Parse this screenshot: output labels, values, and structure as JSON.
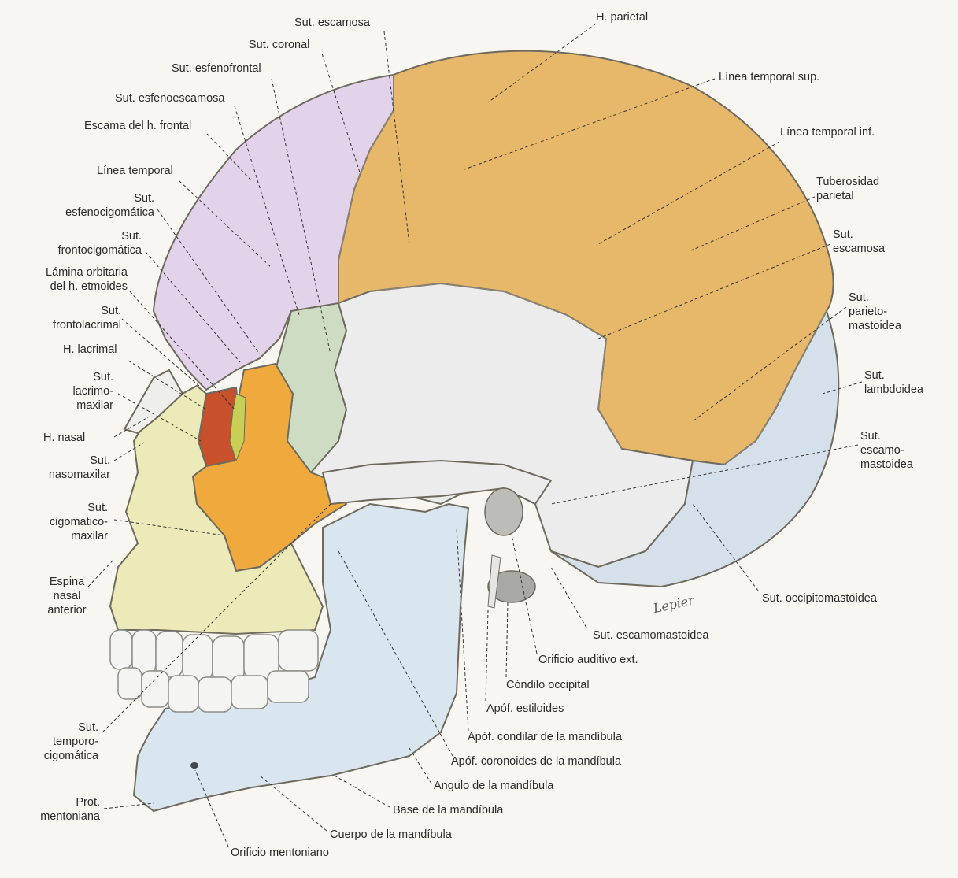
{
  "colors": {
    "background": "#f7f6f1",
    "parietal": "#e8b86a",
    "frontal": "#e2d3ea",
    "sphenoid": "#cfdcc4",
    "zygomatic": "#f0a93c",
    "maxilla": "#eceab8",
    "temporal": "#ececec",
    "occipital": "#d6e0ea",
    "mandible": "#d9e5ef",
    "lacrimal_orbit": "#c8502a",
    "ethmoid": "#c7cf55"
  },
  "labels": {
    "sut_escamosa_top": "Sut. escamosa",
    "sut_coronal": "Sut. coronal",
    "sut_esfenofrontal": "Sut. esfenofrontal",
    "sut_esfenoescamosa": "Sut. esfenoescamosa",
    "escama_frontal": "Escama del h. frontal",
    "linea_temporal": "Línea temporal",
    "sut_esfenocigomatica": "Sut.\nesfenocigomática",
    "sut_frontocigomatica": "Sut.\nfrontocigomática",
    "lamina_orbitaria": "Lámina orbitaria\ndel h. etmoides",
    "sut_frontolacrimal": "Sut.\nfrontolacrimal",
    "h_lacrimal": "H. lacrimal",
    "sut_lacrimomaxilar": "Sut.\nlacrimo-\nmaxilar",
    "h_nasal": "H. nasal",
    "sut_nasomaxilar": "Sut.\nnasomaxilar",
    "sut_cigomaticomaxilar": "Sut.\ncigomatico-\nmaxilar",
    "espina_nasal": "Espina\nnasal\nanterior",
    "sut_temporocigomatica": "Sut.\ntemporo-\ncigomática",
    "prot_mentoniana": "Prot.\nmentoniana",
    "orificio_mentoniano": "Orificio mentoniano",
    "cuerpo_mandibula": "Cuerpo de la mandíbula",
    "base_mandibula": "Base de la mandíbula",
    "angulo_mandibula": "Angulo de la mandíbula",
    "apof_coronoides": "Apóf. coronoides de la mandíbula",
    "apof_condilar": "Apóf. condilar de la mandíbula",
    "apof_estiloides": "Apóf. estiloides",
    "condilo_occipital": "Cóndilo occipital",
    "orificio_auditivo": "Orificio auditivo ext.",
    "sut_escamomastoidea_bottom": "Sut. escamomastoidea",
    "sut_occipitomastoidea": "Sut. occipitomastoidea",
    "h_parietal": "H. parietal",
    "linea_temporal_sup": "Línea temporal sup.",
    "linea_temporal_inf": "Línea temporal inf.",
    "tuberosidad_parietal": "Tuberosidad\nparietal",
    "sut_escamosa_right": "Sut.\nescamosa",
    "sut_parietomastoidea": "Sut.\nparieto-\nmastoidea",
    "sut_lambdoidea": "Sut.\nlambdoidea",
    "sut_escamomastoidea_right": "Sut.\nescamo-\nmastoidea"
  }
}
